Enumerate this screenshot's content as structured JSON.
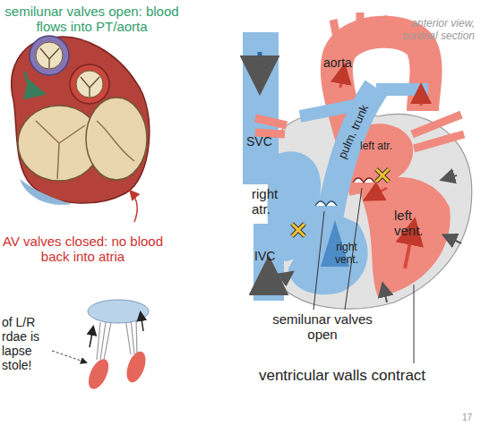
{
  "diagram": {
    "labels": [
      "semilunar valves open: blood flows into PT/aorta",
      "anterior view, coronal section",
      "aorta",
      "SVC",
      "pulm. trunk",
      "left atr.",
      "right atr.",
      "left vent.",
      "AV valves closed: no blood back into atria",
      "right vent.",
      "IVC",
      "of L/R rdae is lapse stole!",
      "semilunar valves open",
      "ventricular walls contract",
      "17"
    ]
  }
}
